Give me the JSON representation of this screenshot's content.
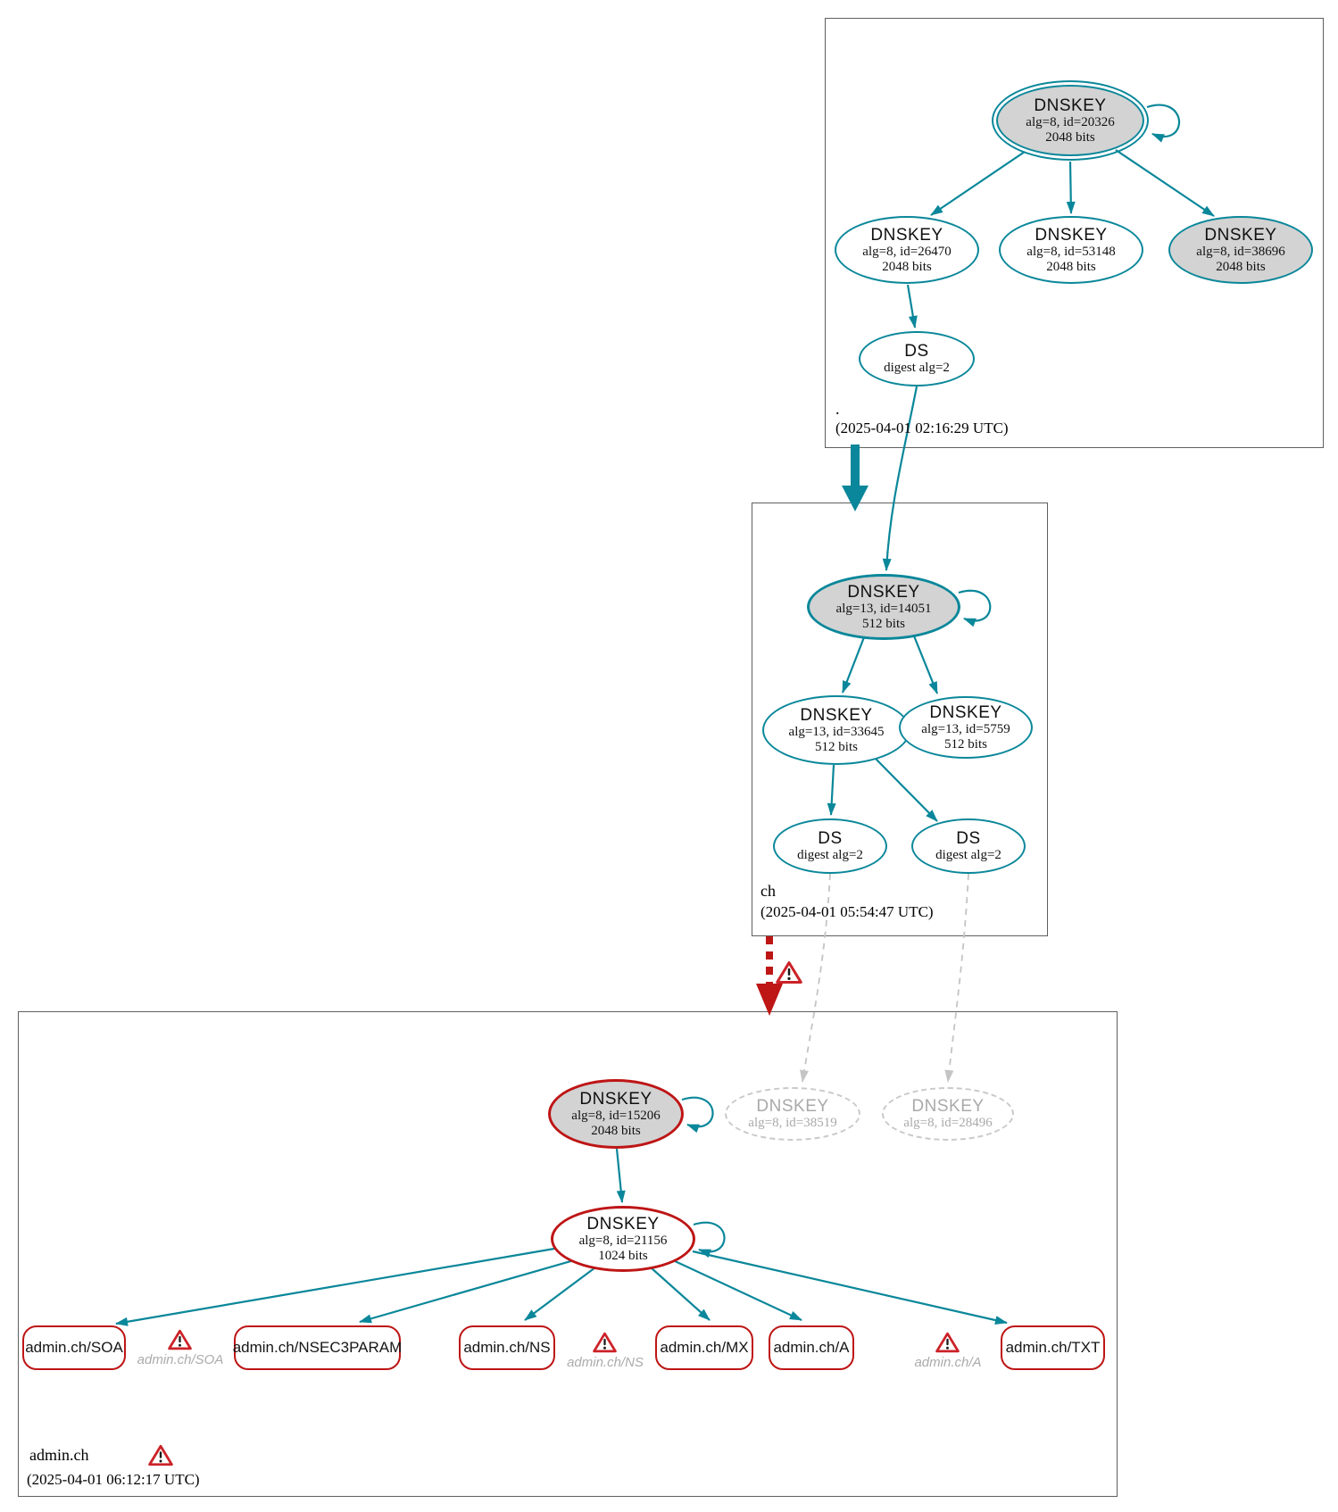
{
  "colors": {
    "secure_teal": "#0a879a",
    "bogus_red": "#be1515",
    "warning_red": "#cc2229",
    "node_fill_gray": "#d3d3d3",
    "insecure_gray": "#a9a9a9"
  },
  "zones": {
    "root": {
      "name": ".",
      "timestamp": "(2025-04-01 02:16:29 UTC)",
      "nodes": {
        "ksk": {
          "type": "DNSKEY",
          "detail": "alg=8, id=20326",
          "bits": "2048 bits"
        },
        "zsk_26470": {
          "type": "DNSKEY",
          "detail": "alg=8, id=26470",
          "bits": "2048 bits"
        },
        "zsk_53148": {
          "type": "DNSKEY",
          "detail": "alg=8, id=53148",
          "bits": "2048 bits"
        },
        "zsk_38696": {
          "type": "DNSKEY",
          "detail": "alg=8, id=38696",
          "bits": "2048 bits"
        },
        "ds": {
          "type": "DS",
          "detail": "digest alg=2"
        }
      }
    },
    "ch": {
      "name": "ch",
      "timestamp": "(2025-04-01 05:54:47 UTC)",
      "nodes": {
        "ksk": {
          "type": "DNSKEY",
          "detail": "alg=13, id=14051",
          "bits": "512 bits"
        },
        "zsk_33645": {
          "type": "DNSKEY",
          "detail": "alg=13, id=33645",
          "bits": "512 bits"
        },
        "zsk_5759": {
          "type": "DNSKEY",
          "detail": "alg=13, id=5759",
          "bits": "512 bits"
        },
        "ds1": {
          "type": "DS",
          "detail": "digest alg=2"
        },
        "ds2": {
          "type": "DS",
          "detail": "digest alg=2"
        }
      }
    },
    "admin_ch": {
      "name": "admin.ch",
      "timestamp": "(2025-04-01 06:12:17 UTC)",
      "nodes": {
        "ksk": {
          "type": "DNSKEY",
          "detail": "alg=8, id=15206",
          "bits": "2048 bits"
        },
        "missing_38519": {
          "type": "DNSKEY",
          "detail": "alg=8, id=38519"
        },
        "missing_28496": {
          "type": "DNSKEY",
          "detail": "alg=8, id=28496"
        },
        "zsk": {
          "type": "DNSKEY",
          "detail": "alg=8, id=21156",
          "bits": "1024 bits"
        }
      },
      "rrsets": [
        {
          "label": "admin.ch/SOA"
        },
        {
          "label": "admin.ch/NSEC3PARAM"
        },
        {
          "label": "admin.ch/NS"
        },
        {
          "label": "admin.ch/MX"
        },
        {
          "label": "admin.ch/A"
        },
        {
          "label": "admin.ch/TXT"
        }
      ],
      "missing_rrsets": [
        {
          "label": "admin.ch/SOA"
        },
        {
          "label": "admin.ch/NS"
        },
        {
          "label": "admin.ch/A"
        }
      ]
    }
  }
}
